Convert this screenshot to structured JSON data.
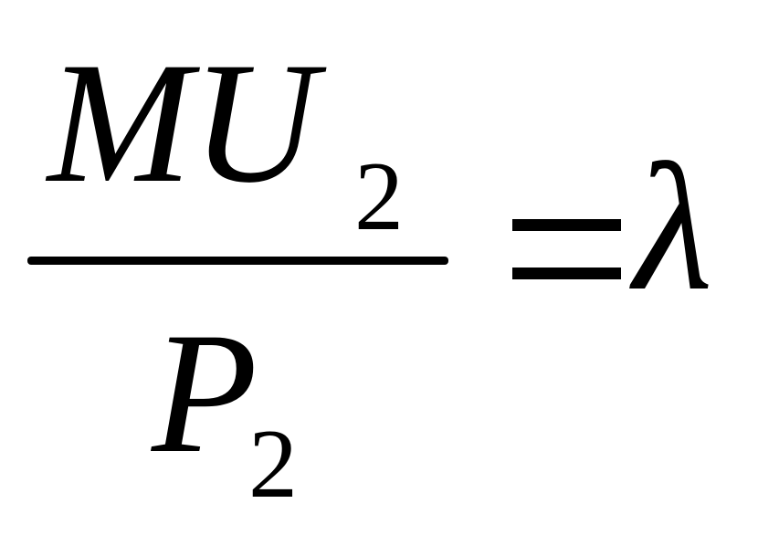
{
  "equation": {
    "numerator": {
      "symbol_1": "M",
      "symbol_2": "U",
      "subscript": "2"
    },
    "denominator": {
      "symbol": "P",
      "subscript": "2"
    },
    "operator": "=",
    "result": "λ"
  }
}
